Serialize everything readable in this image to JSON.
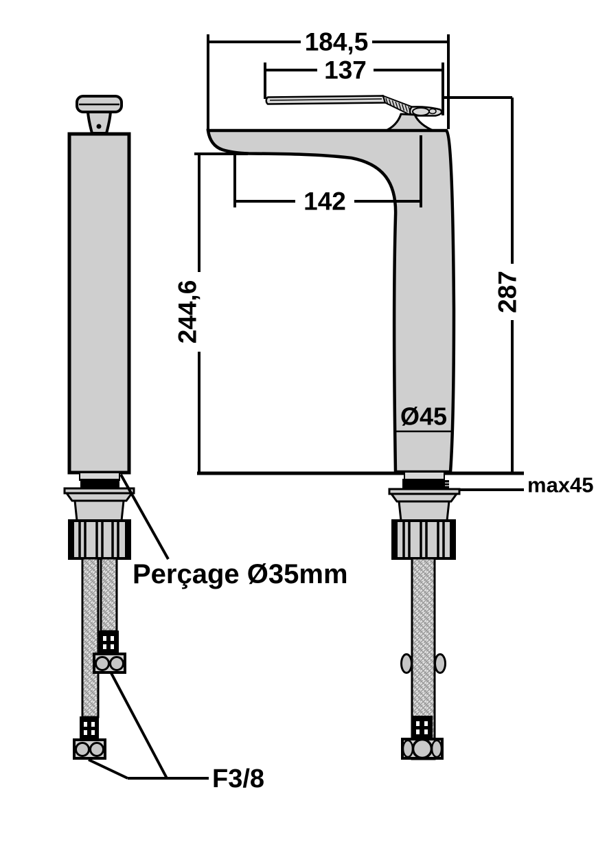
{
  "drawing": {
    "labels": {
      "total_width": "184,5",
      "spout_length": "137",
      "spout_offset": "142",
      "under_spout_height": "244,6",
      "total_height": "287",
      "body_diameter": "Ø45",
      "max_mount_thickness": "max45",
      "drill_hole": "Perçage Ø35mm",
      "hose_connector": "F3/8"
    },
    "colors": {
      "line": "#000000",
      "metal_fill": "#cfcfcf",
      "lever_fill": "#d9d9d9",
      "hose_fill": "#e0e0e0",
      "hose_mesh": "#999999",
      "fitting_fill": "#c6c6c6",
      "background": "#ffffff"
    }
  }
}
